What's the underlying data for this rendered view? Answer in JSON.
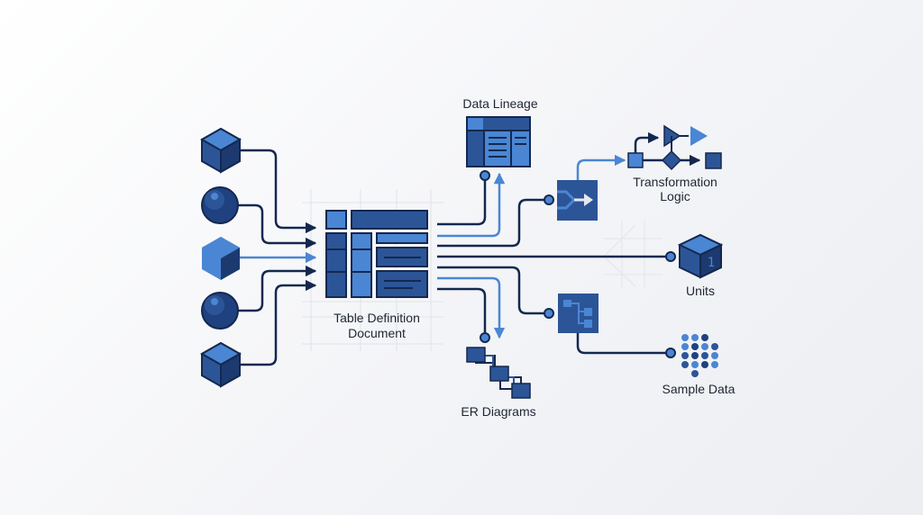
{
  "colors": {
    "dark": "#14284f",
    "mid": "#2c5597",
    "light": "#4a86d3",
    "grid": "#dfe3ea",
    "text": "#1f2633",
    "arrow_white": "#e6e8ee"
  },
  "inputs": [
    {
      "shape": "cube",
      "accent": "dark"
    },
    {
      "shape": "sphere",
      "accent": "dark"
    },
    {
      "shape": "cube",
      "accent": "light"
    },
    {
      "shape": "sphere",
      "accent": "dark"
    },
    {
      "shape": "cube",
      "accent": "dark"
    }
  ],
  "center": {
    "label_line1": "Table Definition",
    "label_line2": "Document"
  },
  "outputs": {
    "data_lineage": {
      "label": "Data Lineage"
    },
    "transformation_logic": {
      "label_line1": "Transformation",
      "label_line2": "Logic"
    },
    "units": {
      "label": "Units",
      "badge": "1"
    },
    "sample_data": {
      "label": "Sample Data"
    },
    "er_diagrams": {
      "label": "ER Diagrams"
    }
  }
}
